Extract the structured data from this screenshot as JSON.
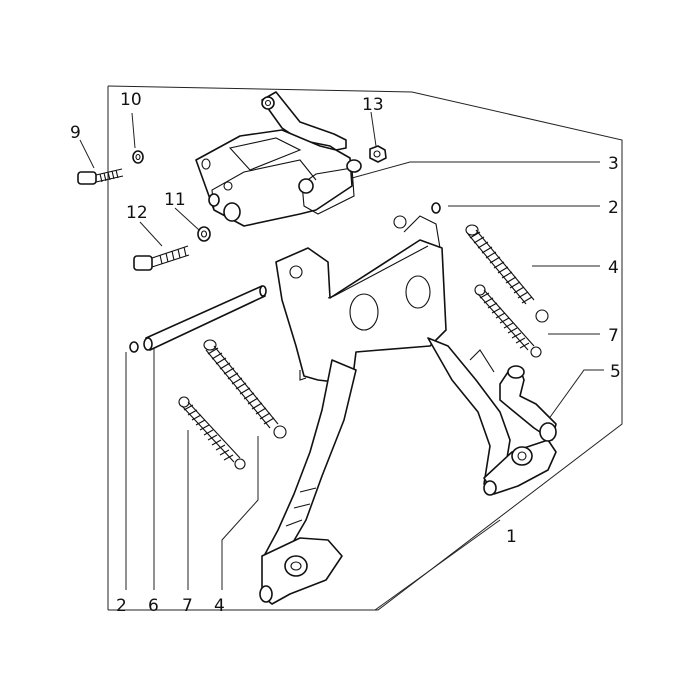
{
  "callouts": {
    "c1": "1",
    "c2a": "2",
    "c2b": "2",
    "c3": "3",
    "c4a": "4",
    "c4b": "4",
    "c5": "5",
    "c6": "6",
    "c7a": "7",
    "c7b": "7",
    "c9": "9",
    "c10": "10",
    "c11": "11",
    "c12": "12",
    "c13": "13"
  },
  "colors": {
    "ink": "#111111",
    "background": "#ffffff"
  }
}
